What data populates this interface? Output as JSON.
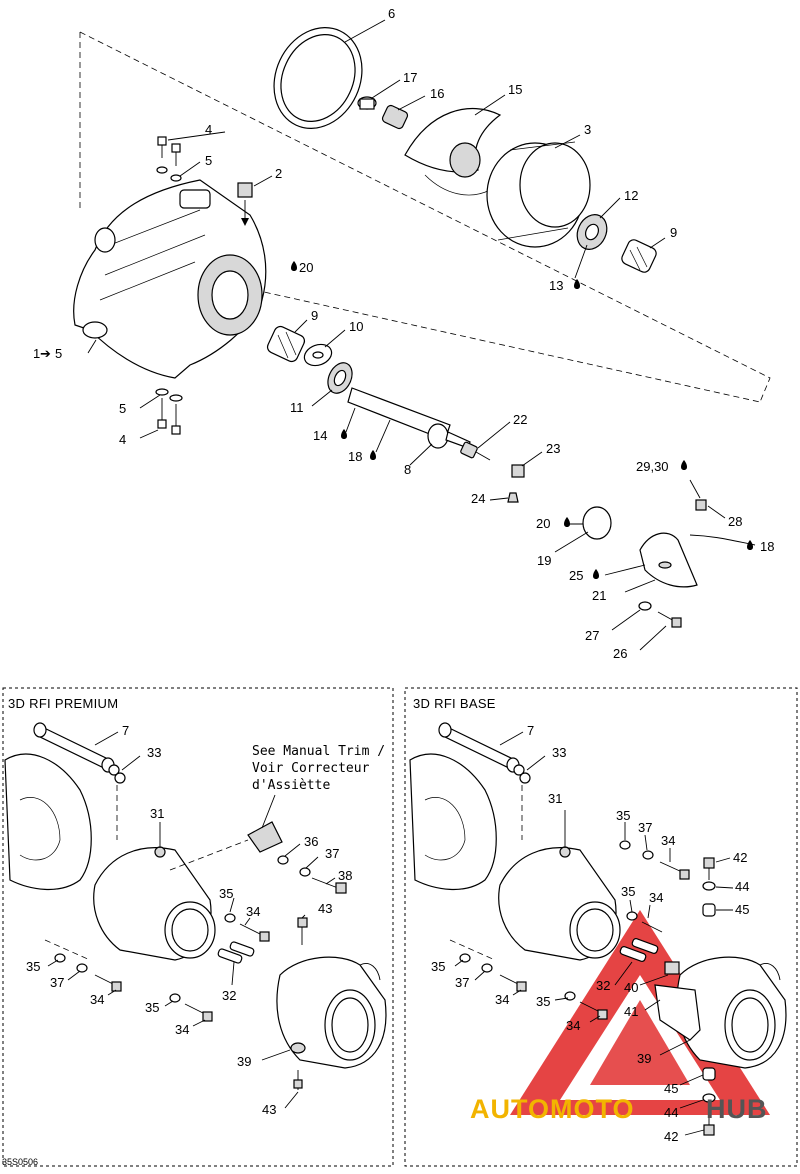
{
  "drawing_code": "35S0506",
  "watermark": {
    "text_left": "AUTOMOTO",
    "text_right": "HUB",
    "color_triangle": "#e23030",
    "color_text": "#f2b400"
  },
  "panels": {
    "premium": {
      "title": "3D RFI PREMIUM",
      "note_lines": [
        "See Manual Trim /",
        "Voir Correcteur",
        "d'Assiètte"
      ]
    },
    "base": {
      "title": "3D RFI BASE"
    }
  },
  "top_labels": {
    "l6": "6",
    "l17": "17",
    "l16": "16",
    "l15": "15",
    "l3": "3",
    "l4a": "4",
    "l5a": "5",
    "l2": "2",
    "l20a": "20",
    "l12": "12",
    "l9a": "9",
    "l13": "13",
    "l9b": "9",
    "l10": "10",
    "l1": "1",
    "l5b": "5",
    "l11": "11",
    "l5c": "5",
    "l4b": "4",
    "l14": "14",
    "l18a": "18",
    "l8": "8",
    "l22": "22",
    "l23": "23",
    "l2930": "29,30",
    "l24": "24",
    "l28": "28",
    "l20b": "20",
    "l18b": "18",
    "l19": "19",
    "l25": "25",
    "l21": "21",
    "l27": "27",
    "l26": "26"
  },
  "premium_labels": {
    "p7": "7",
    "p33": "33",
    "p31": "31",
    "p36": "36",
    "p37a": "37",
    "p38": "38",
    "p35a": "35",
    "p34a": "34",
    "p43a": "43",
    "p35b": "35",
    "p37b": "37",
    "p32": "32",
    "p34b": "34",
    "p35c": "35",
    "p34c": "34",
    "p39": "39",
    "p43b": "43"
  },
  "base_labels": {
    "b7": "7",
    "b33": "33",
    "b31": "31",
    "b35a": "35",
    "b37a": "37",
    "b34a": "34",
    "b42a": "42",
    "b44a": "44",
    "b45a": "45",
    "b35b": "35",
    "b34b": "34",
    "b35c": "35",
    "b37b": "37",
    "b32": "32",
    "b40": "40",
    "b34c": "34",
    "b35d": "35",
    "b41": "41",
    "b34d": "34",
    "b39": "39",
    "b45b": "45",
    "b44b": "44",
    "b42b": "42"
  }
}
